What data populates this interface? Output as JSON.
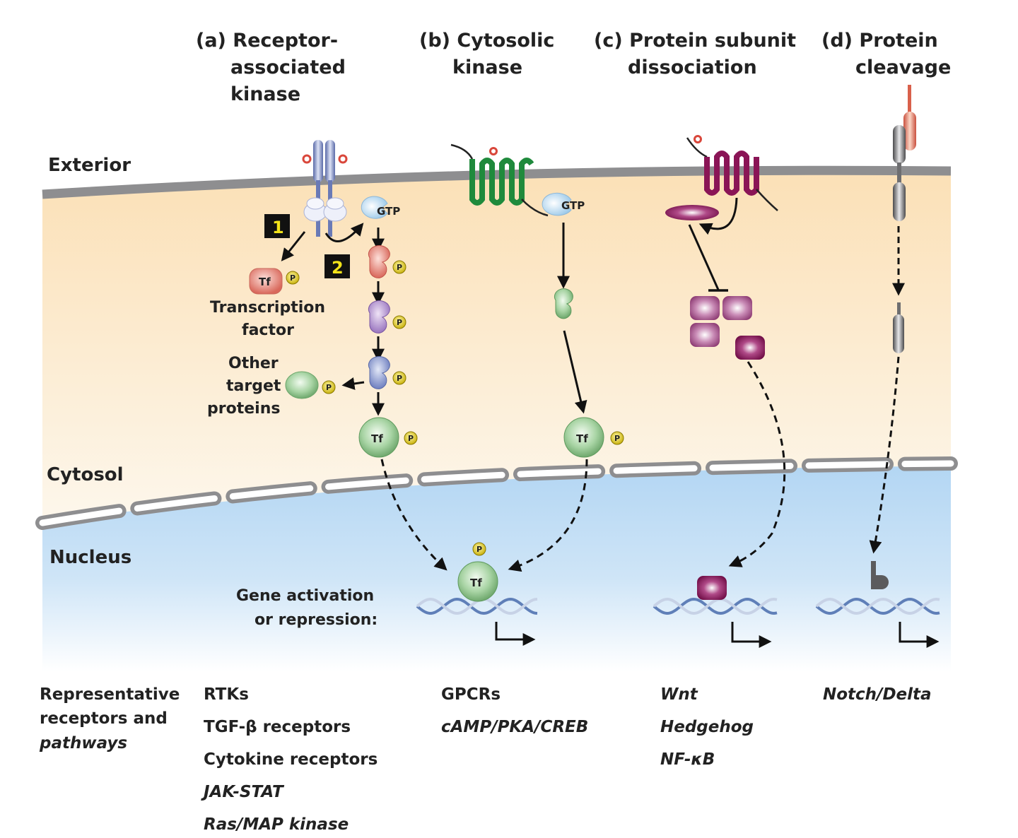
{
  "columns": [
    {
      "id": "a",
      "title_lines": [
        "(a) Receptor-",
        "associated",
        "kinase"
      ]
    },
    {
      "id": "b",
      "title_lines": [
        "(b) Cytosolic",
        "kinase"
      ]
    },
    {
      "id": "c",
      "title_lines": [
        "(c) Protein subunit",
        "dissociation"
      ]
    },
    {
      "id": "d",
      "title_lines": [
        "(d) Protein",
        "cleavage"
      ]
    }
  ],
  "regions": {
    "exterior": "Exterior",
    "cytosol": "Cytosol",
    "nucleus": "Nucleus"
  },
  "labels": {
    "gtp": "GTP",
    "tf": "Tf",
    "phospho": "P",
    "step1": "1",
    "step2": "2",
    "transcription_factor": [
      "Transcription",
      "factor"
    ],
    "other_targets": [
      "Other",
      "target",
      "proteins"
    ],
    "gene_activation": [
      "Gene activation",
      "or repression:"
    ]
  },
  "footer": {
    "heading_lines": [
      "Representative",
      "receptors and",
      "pathways"
    ],
    "col_a": [
      {
        "text": "RTKs",
        "italic": false
      },
      {
        "text": "TGF-β receptors",
        "italic": false
      },
      {
        "text": "Cytokine receptors",
        "italic": false
      },
      {
        "text": "JAK-STAT",
        "italic": true
      },
      {
        "text": "Ras/MAP kinase",
        "italic": true
      }
    ],
    "col_b": [
      {
        "text": "GPCRs",
        "italic": false
      },
      {
        "text": "cAMP/PKA/CREB",
        "italic": true
      }
    ],
    "col_c": [
      {
        "text": "Wnt",
        "italic": true
      },
      {
        "text": "Hedgehog",
        "italic": true
      },
      {
        "text": "NF-κB",
        "italic": true
      }
    ],
    "col_d": [
      {
        "text": "Notch/Delta",
        "italic": true
      }
    ]
  },
  "colors": {
    "cytosol": "#fbe3bd",
    "nucleus": "#b6d8f2",
    "membrane": "#8e8e90",
    "gpcr_green": "#1f8a3c",
    "wnt_purple": "#8a1556",
    "tf_green": "#a9d3a6",
    "tf_red": "#e8867a",
    "phospho_yellow": "#e6cf1a",
    "ligand_red": "#d9473b",
    "g_protein_blue": "#bfe0f5",
    "receptor_blue": "#7f8fc4",
    "notch_red": "#d9604b",
    "notch_gray": "#6e6e70",
    "step_box": "#111111",
    "step_text": "#f2e21a"
  }
}
